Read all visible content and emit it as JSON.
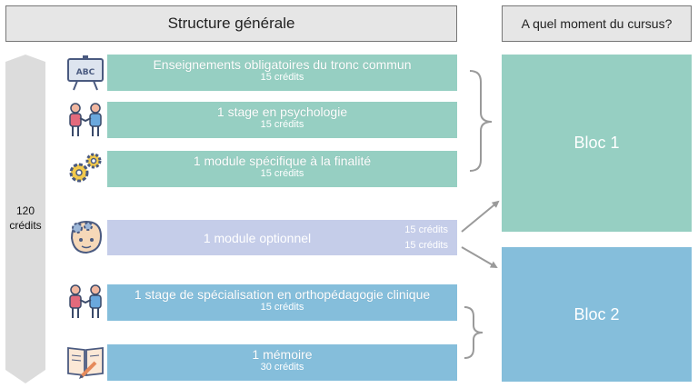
{
  "headers": {
    "main": "Structure générale",
    "side": "A quel moment du cursus?"
  },
  "total_credits": {
    "value": "120",
    "unit": "crédits"
  },
  "rows": [
    {
      "title": "Enseignements obligatoires du tronc commun",
      "credits": "15 crédits",
      "icon": "abc-board-icon"
    },
    {
      "title": "1 stage en psychologie",
      "credits": "15 crédits",
      "icon": "handshake-icon"
    },
    {
      "title": "1 module spécifique à la finalité",
      "credits": "15 crédits",
      "icon": "gears-icon"
    },
    {
      "title": "1 module optionnel",
      "credits": [
        "15 crédits",
        "15 crédits"
      ],
      "icon": "brain-head-icon"
    },
    {
      "title": "1 stage de spécialisation en orthopédagogie clinique",
      "credits": "15 crédits",
      "icon": "handshake-icon"
    },
    {
      "title": "1 mémoire",
      "credits": "30 crédits",
      "icon": "book-pencil-icon"
    }
  ],
  "blocs": [
    {
      "label": "Bloc 1"
    },
    {
      "label": "Bloc 2"
    }
  ],
  "colors": {
    "teal": "#96cfc2",
    "lavender": "#c5cde9",
    "blue": "#85bedb",
    "header_bg": "#e6e6e6"
  }
}
